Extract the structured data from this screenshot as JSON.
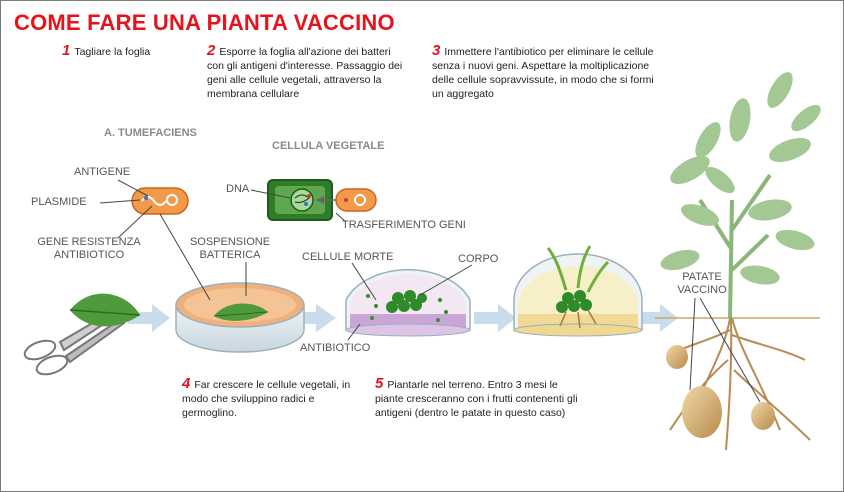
{
  "title": "COME FARE UNA PIANTA VACCINO",
  "steps": [
    {
      "num": "1",
      "text": "Tagliare la foglia"
    },
    {
      "num": "2",
      "text": "Esporre la foglia all'azione dei batteri con gli antigeni d'interesse. Passaggio dei geni alle cellule vegetali, attraverso la membrana cellulare"
    },
    {
      "num": "3",
      "text": "Immettere l'antibiotico per eliminare le cellule senza i nuovi geni. Aspettare la moltiplicazione delle cellule sopravvissute, in modo che si formi un aggregato"
    },
    {
      "num": "4",
      "text": "Far crescere le cellule vegetali, in modo che sviluppino radici e germoglino."
    },
    {
      "num": "5",
      "text": "Piantarle nel terreno. Entro 3 mesi le piante cresceranno con i frutti contenenti gli antigeni (dentro le patate in questo caso)"
    }
  ],
  "headers": {
    "bacterium": "A. TUMEFACIENS",
    "plant_cell": "CELLULA VEGETALE"
  },
  "labels": {
    "antigen": "ANTIGENE",
    "plasmid": "PLASMIDE",
    "resistance_gene_1": "GENE RESISTENZA",
    "resistance_gene_2": "ANTIBIOTICO",
    "dna": "DNA",
    "gene_transfer": "TRASFERIMENTO GENI",
    "suspension_1": "SOSPENSIONE",
    "suspension_2": "BATTERICA",
    "dead_cells": "CELLULE MORTE",
    "body": "CORPO",
    "antibiotic": "ANTIBIOTICO",
    "vaccine_potatoes_1": "PATATE",
    "vaccine_potatoes_2": "VACCINO"
  },
  "colors": {
    "title": "#e3141d",
    "step_number": "#e3141d",
    "bacterium_fill": "#f39a4a",
    "cell_green": "#2f7d2a",
    "arrow_blue": "#c9dceb",
    "antibiotic_purple": "#c9a6d6",
    "leaf_green": "#4f9a3a"
  },
  "icons": [
    "scissors-icon",
    "leaf-icon",
    "petri-dish-icon",
    "potato-plant-icon"
  ]
}
